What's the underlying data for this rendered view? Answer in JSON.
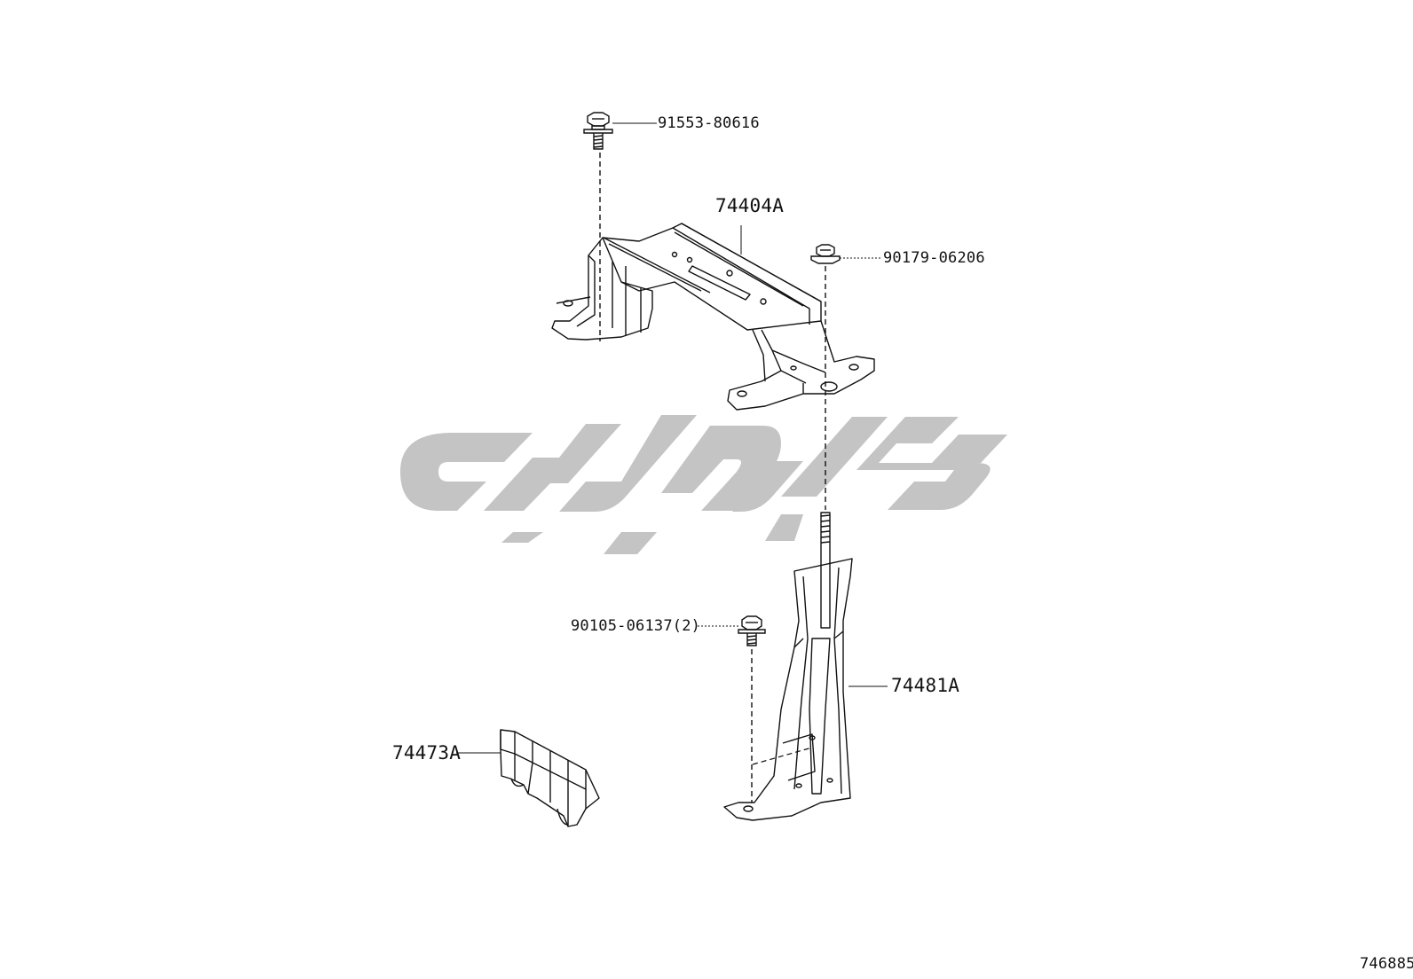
{
  "labels": {
    "bolt_top": "91553-80616",
    "bracket_top": "74404A",
    "nut": "90179-06206",
    "bolt_bottom": "90105-06137(2)",
    "stay": "74481A",
    "cover": "74473A",
    "diagram_id": "746885"
  },
  "watermark": {
    "glyph_color": "#c4c4c4"
  }
}
